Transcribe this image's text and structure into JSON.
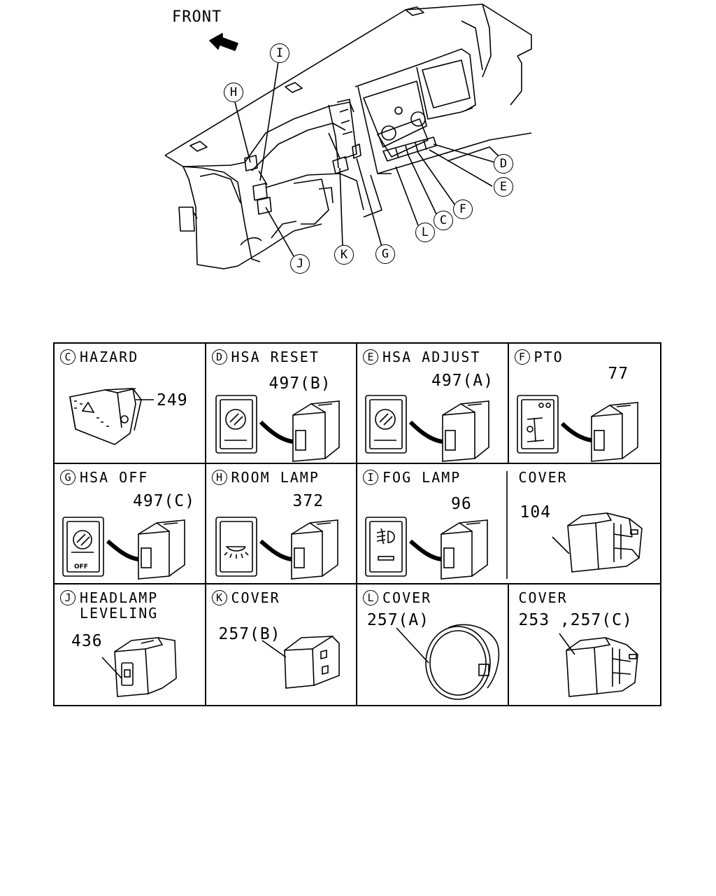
{
  "overview": {
    "front_label": "FRONT",
    "callouts": [
      "I",
      "H",
      "D",
      "E",
      "F",
      "C",
      "L",
      "G",
      "K",
      "J"
    ]
  },
  "parts": [
    {
      "letter": "C",
      "title": "HAZARD",
      "part_no": "249"
    },
    {
      "letter": "D",
      "title": "HSA RESET",
      "part_no": "497(B)"
    },
    {
      "letter": "E",
      "title": "HSA ADJUST",
      "part_no": "497(A)"
    },
    {
      "letter": "F",
      "title": "PTO",
      "part_no": "77"
    },
    {
      "letter": "G",
      "title": "HSA OFF",
      "part_no": "497(C)",
      "switch_text": "OFF"
    },
    {
      "letter": "H",
      "title": "ROOM LAMP",
      "part_no": "372"
    },
    {
      "letter": "I",
      "title": "FOG LAMP",
      "part_no": "96"
    },
    {
      "letter": "",
      "title": "COVER",
      "part_no": "104"
    },
    {
      "letter": "J",
      "title": "HEADLAMP\nLEVELING",
      "part_no": "436"
    },
    {
      "letter": "K",
      "title": "COVER",
      "part_no": "257(B)"
    },
    {
      "letter": "L",
      "title": "COVER",
      "part_no": "257(A)"
    },
    {
      "letter": "",
      "title": "COVER",
      "part_no": "253 ,257(C)"
    }
  ]
}
